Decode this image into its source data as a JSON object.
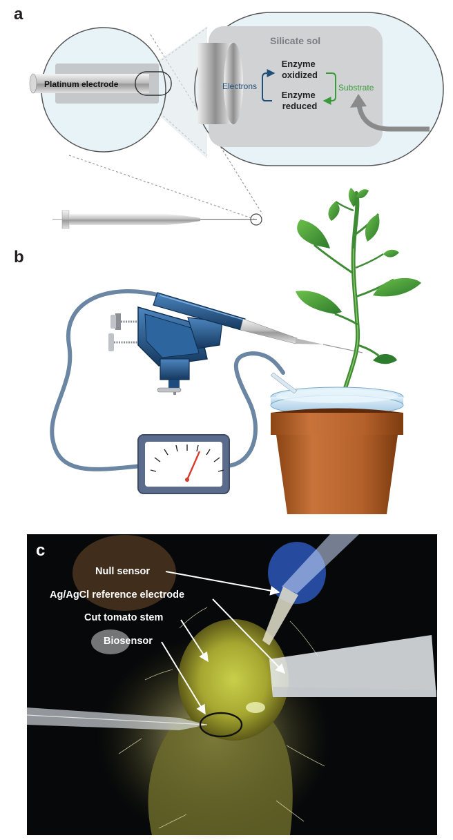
{
  "panels": {
    "a": {
      "letter": "a",
      "electrode_label": "Platinum electrode",
      "sol_label": "Silicate sol",
      "enzyme_oxidized": [
        "Enzyme",
        "oxidized"
      ],
      "enzyme_reduced": [
        "Enzyme",
        "reduced"
      ],
      "electrons_label": "Electrons",
      "substrate_label": "Substrate"
    },
    "b": {
      "letter": "b"
    },
    "c": {
      "letter": "c",
      "labels": {
        "null_sensor": "Null sensor",
        "reference": "Ag/AgCl reference electrode",
        "stem": "Cut tomato stem",
        "biosensor": "Biosensor"
      }
    }
  },
  "colors": {
    "electrons": "#1f4e79",
    "substrate": "#3a9a3a",
    "sol_fill": "#d0d2d4",
    "magnifier_fill": "#e8f3f8",
    "leaf": "#3f9a3a",
    "pot": "#b5612b",
    "cable": "#6a86a3",
    "meter_frame": "#5b6b8c",
    "manipulator": "#24568a",
    "photo_bg": "#06080a"
  },
  "icons": [
    "platinum-electrode-icon",
    "plant-icon",
    "pot-icon",
    "meter-icon",
    "micromanipulator-icon",
    "electrode-needle-icon"
  ]
}
